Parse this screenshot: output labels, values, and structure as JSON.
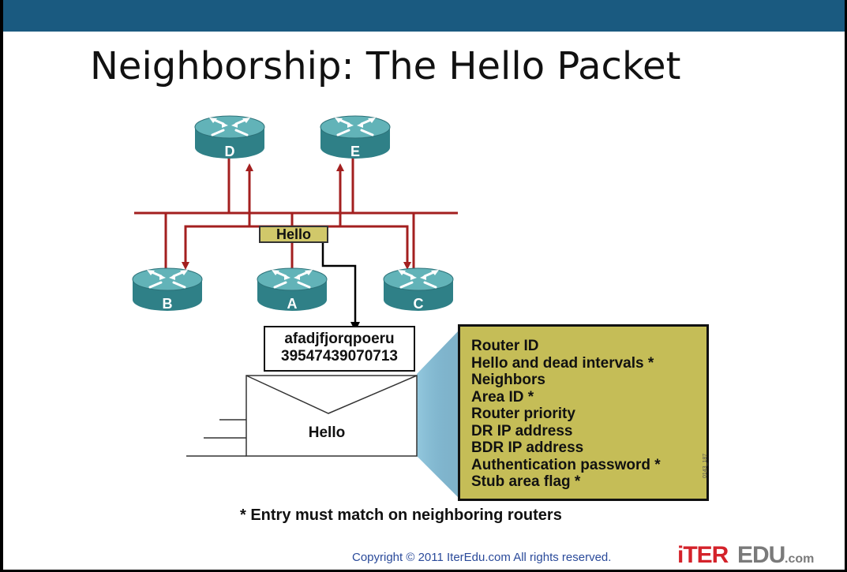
{
  "slide": {
    "title": "Neighborship: The Hello Packet",
    "hello_tag": "Hello",
    "packet_data": [
      "afadjfjorqpoeru",
      "39547439070713"
    ],
    "envelope_label": "Hello",
    "routers": [
      "D",
      "E",
      "B",
      "A",
      "C"
    ],
    "info_items": [
      "Router ID",
      "Hello and dead intervals *",
      "Neighbors",
      "Area ID *",
      "Router priority",
      "DR IP address",
      "BDR IP address",
      "Authentication password *",
      "Stub area flag *"
    ],
    "footnote": "* Entry must match on neighboring routers",
    "copyright": "Copyright © 2011 IterEdu.com  All rights reserved.",
    "figure_id": "0143_187",
    "logo_text": "iTEREDU.com"
  },
  "colors": {
    "header_bar": "#1a5a80",
    "link_red": "#a31f1f",
    "router_teal": "#3f9aa0",
    "info_box": "#c5bd57",
    "hello_tag": "#d1c86a"
  }
}
